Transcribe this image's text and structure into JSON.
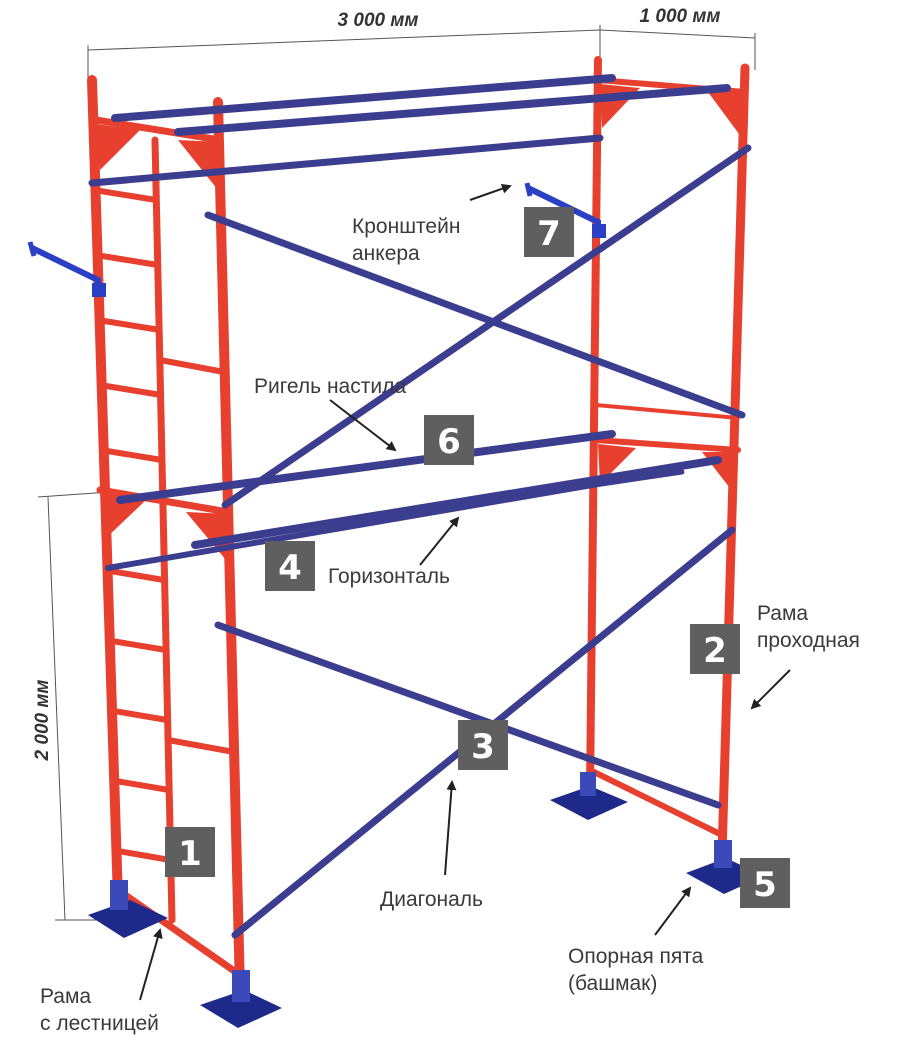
{
  "dimensions": {
    "length": "3 000 мм",
    "depth": "1 000 мм",
    "height": "2 000 мм"
  },
  "parts": [
    {
      "number": "1",
      "label": [
        "Рама",
        "с лестницей"
      ]
    },
    {
      "number": "2",
      "label": [
        "Рама",
        "проходная"
      ]
    },
    {
      "number": "3",
      "label": [
        "Диагональ"
      ]
    },
    {
      "number": "4",
      "label": [
        "Горизонталь"
      ]
    },
    {
      "number": "5",
      "label": [
        "Опорная пята",
        "(башмак)"
      ]
    },
    {
      "number": "6",
      "label": [
        "Ригель настила"
      ]
    },
    {
      "number": "7",
      "label": [
        "Кронштейн",
        "анкера"
      ]
    }
  ],
  "colors": {
    "frame": "#e8402f",
    "frame_dark": "#b82a1f",
    "tube": "#3b3d8f",
    "tube_light": "#5a5fb0",
    "bracket": "#2b3fc4",
    "foot": "#1e2a8a",
    "badge": "#5f5f5f",
    "dim_line": "#555555"
  }
}
